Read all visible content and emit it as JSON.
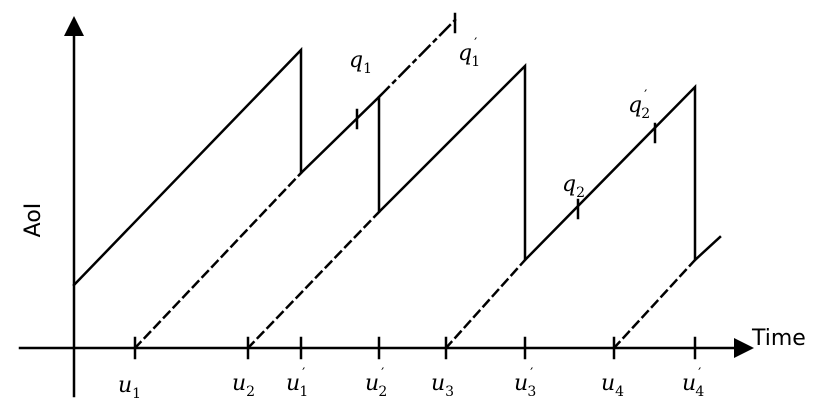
{
  "axes": {
    "y_label": "AoI",
    "x_label": "Time"
  },
  "ticks": [
    {
      "id": "u1",
      "base": "u",
      "sub": "1",
      "prime": false
    },
    {
      "id": "u2",
      "base": "u",
      "sub": "2",
      "prime": false
    },
    {
      "id": "u1p",
      "base": "u",
      "sub": "1",
      "prime": true
    },
    {
      "id": "u2p",
      "base": "u",
      "sub": "2",
      "prime": true
    },
    {
      "id": "u3",
      "base": "u",
      "sub": "3",
      "prime": false
    },
    {
      "id": "u3p",
      "base": "u",
      "sub": "3",
      "prime": true
    },
    {
      "id": "u4",
      "base": "u",
      "sub": "4",
      "prime": false
    },
    {
      "id": "u4p",
      "base": "u",
      "sub": "4",
      "prime": true
    }
  ],
  "markers": [
    {
      "id": "q1",
      "base": "q",
      "sub": "1",
      "prime": false
    },
    {
      "id": "q1p",
      "base": "q",
      "sub": "1",
      "prime": true
    },
    {
      "id": "q2",
      "base": "q",
      "sub": "2",
      "prime": false
    },
    {
      "id": "q2p",
      "base": "q",
      "sub": "2",
      "prime": true
    }
  ],
  "colors": {
    "line": "#000000",
    "background": "#ffffff"
  }
}
